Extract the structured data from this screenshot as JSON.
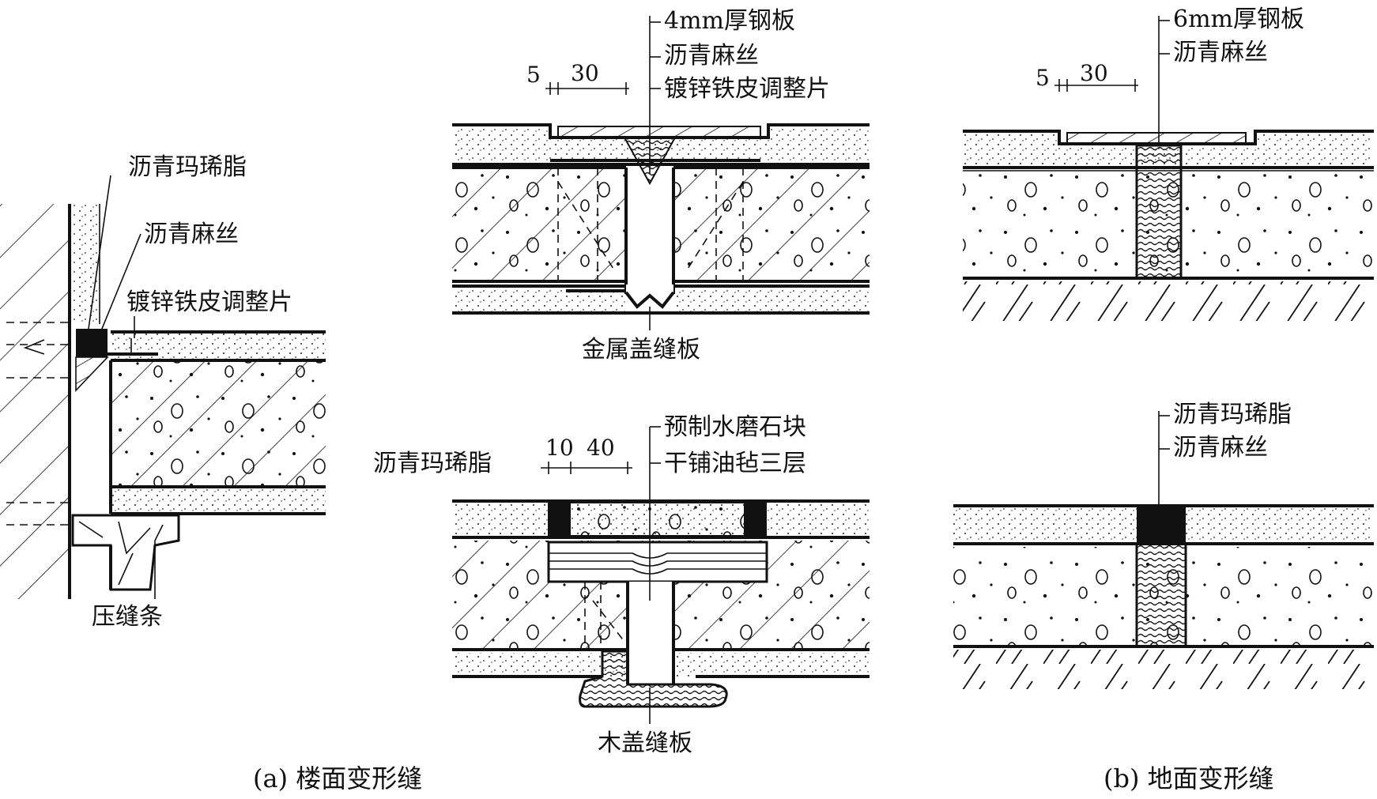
{
  "labels": {
    "a_asphalt_mastic": "沥青玛琋脂",
    "a_asphalt_hemp": "沥青麻丝",
    "a_galv_strip": "镀锌铁皮调整片",
    "a_cover_strip": "压缝条",
    "t1_steel_plate": "4mm厚钢板",
    "t1_asphalt_hemp": "沥青麻丝",
    "t1_galv_strip": "镀锌铁皮调整片",
    "t1_metal_cover": "金属盖缝板",
    "t1_dim_5": "5",
    "t1_dim_30": "30",
    "t2_terrazzo": "预制水磨石块",
    "t2_felt": "干铺油毡三层",
    "t2_asphalt_mastic": "沥青玛琋脂",
    "t2_dim_10": "10",
    "t2_dim_40": "40",
    "t2_wood_cover": "木盖缝板",
    "b1_steel_plate": "6mm厚钢板",
    "b1_asphalt_hemp": "沥青麻丝",
    "b1_dim_5": "5",
    "b1_dim_30": "30",
    "b2_asphalt_mastic": "沥青玛琋脂",
    "b2_asphalt_hemp": "沥青麻丝"
  },
  "captions": {
    "a": "(a) 楼面变形缝",
    "b": "(b) 地面变形缝"
  }
}
